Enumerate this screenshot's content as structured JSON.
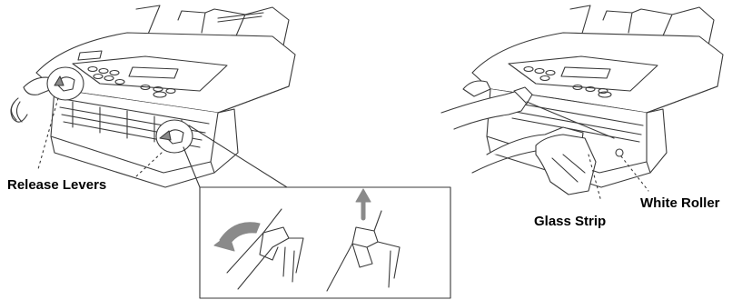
{
  "illustration": {
    "left_figure": {
      "subject": "fax-machine-with-cover-open",
      "callouts": {
        "release_levers": "Release Levers"
      },
      "inset": {
        "subject": "release-lever-detail",
        "steps": [
          "push-lever-down-icon",
          "lift-lever-up-icon"
        ]
      }
    },
    "right_figure": {
      "subject": "hands-cleaning-scanner",
      "callouts": {
        "glass_strip": "Glass Strip",
        "white_roller": "White Roller"
      }
    },
    "colors": {
      "line": "#3a3a3a",
      "fill": "#ffffff",
      "arrow": "#8a8a8a"
    }
  }
}
